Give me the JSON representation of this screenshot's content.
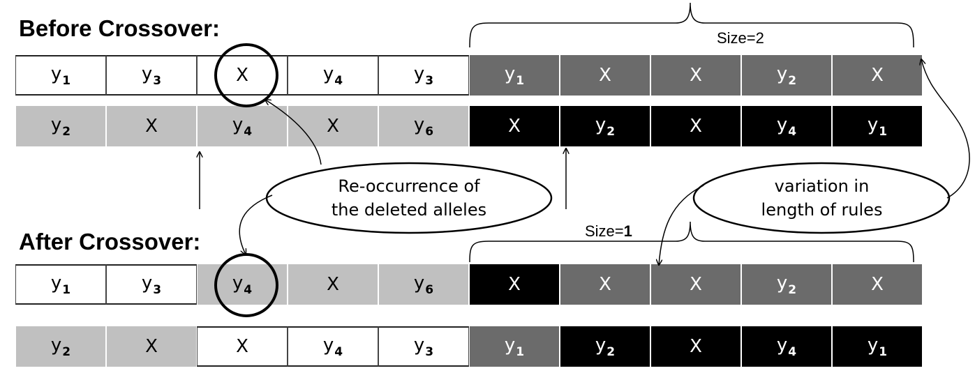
{
  "headings": {
    "before": "Before Crossover:",
    "after": "After Crossover:"
  },
  "annotations": {
    "size_top_prefix": "Size=",
    "size_top_value": "2",
    "size_bottom_prefix": "Size=",
    "size_bottom_value": "1",
    "reoccurrence_line1": "Re-occurrence of",
    "reoccurrence_line2": "the deleted alleles",
    "variation_line1": "variation in",
    "variation_line2": "length of  rules"
  },
  "colors": {
    "white": "#ffffff",
    "light": "#c0c0c0",
    "dark": "#6b6b6b",
    "black": "#000000"
  },
  "rows": [
    {
      "id": "before-parent-1",
      "cells": [
        {
          "text": "y",
          "sub": "1",
          "shade": "white"
        },
        {
          "text": "y",
          "sub": "3",
          "shade": "white"
        },
        {
          "text": "X",
          "sub": "",
          "shade": "white"
        },
        {
          "text": "y",
          "sub": "4",
          "shade": "white"
        },
        {
          "text": "y",
          "sub": "3",
          "shade": "white"
        },
        {
          "text": "y",
          "sub": "1",
          "shade": "dark"
        },
        {
          "text": "X",
          "sub": "",
          "shade": "dark"
        },
        {
          "text": "X",
          "sub": "",
          "shade": "dark"
        },
        {
          "text": "y",
          "sub": "2",
          "shade": "dark"
        },
        {
          "text": "X",
          "sub": "",
          "shade": "dark"
        }
      ]
    },
    {
      "id": "before-parent-2",
      "cells": [
        {
          "text": "y",
          "sub": "2",
          "shade": "light"
        },
        {
          "text": "X",
          "sub": "",
          "shade": "light"
        },
        {
          "text": "y",
          "sub": "4",
          "shade": "light"
        },
        {
          "text": "X",
          "sub": "",
          "shade": "light"
        },
        {
          "text": "y",
          "sub": "6",
          "shade": "light"
        },
        {
          "text": "X",
          "sub": "",
          "shade": "black"
        },
        {
          "text": "y",
          "sub": "2",
          "shade": "black"
        },
        {
          "text": "X",
          "sub": "",
          "shade": "black"
        },
        {
          "text": "y",
          "sub": "4",
          "shade": "black"
        },
        {
          "text": "y",
          "sub": "1",
          "shade": "black"
        }
      ]
    },
    {
      "id": "after-child-1",
      "cells": [
        {
          "text": "y",
          "sub": "1",
          "shade": "white"
        },
        {
          "text": "y",
          "sub": "3",
          "shade": "white"
        },
        {
          "text": "y",
          "sub": "4",
          "shade": "light"
        },
        {
          "text": "X",
          "sub": "",
          "shade": "light"
        },
        {
          "text": "y",
          "sub": "6",
          "shade": "light"
        },
        {
          "text": "X",
          "sub": "",
          "shade": "black"
        },
        {
          "text": "X",
          "sub": "",
          "shade": "dark"
        },
        {
          "text": "X",
          "sub": "",
          "shade": "dark"
        },
        {
          "text": "y",
          "sub": "2",
          "shade": "dark"
        },
        {
          "text": "X",
          "sub": "",
          "shade": "dark"
        }
      ]
    },
    {
      "id": "after-child-2",
      "cells": [
        {
          "text": "y",
          "sub": "2",
          "shade": "light"
        },
        {
          "text": "X",
          "sub": "",
          "shade": "light"
        },
        {
          "text": "X",
          "sub": "",
          "shade": "white"
        },
        {
          "text": "y",
          "sub": "4",
          "shade": "white"
        },
        {
          "text": "y",
          "sub": "3",
          "shade": "white"
        },
        {
          "text": "y",
          "sub": "1",
          "shade": "dark"
        },
        {
          "text": "y",
          "sub": "2",
          "shade": "black"
        },
        {
          "text": "X",
          "sub": "",
          "shade": "black"
        },
        {
          "text": "y",
          "sub": "4",
          "shade": "black"
        },
        {
          "text": "y",
          "sub": "1",
          "shade": "black"
        }
      ]
    }
  ]
}
